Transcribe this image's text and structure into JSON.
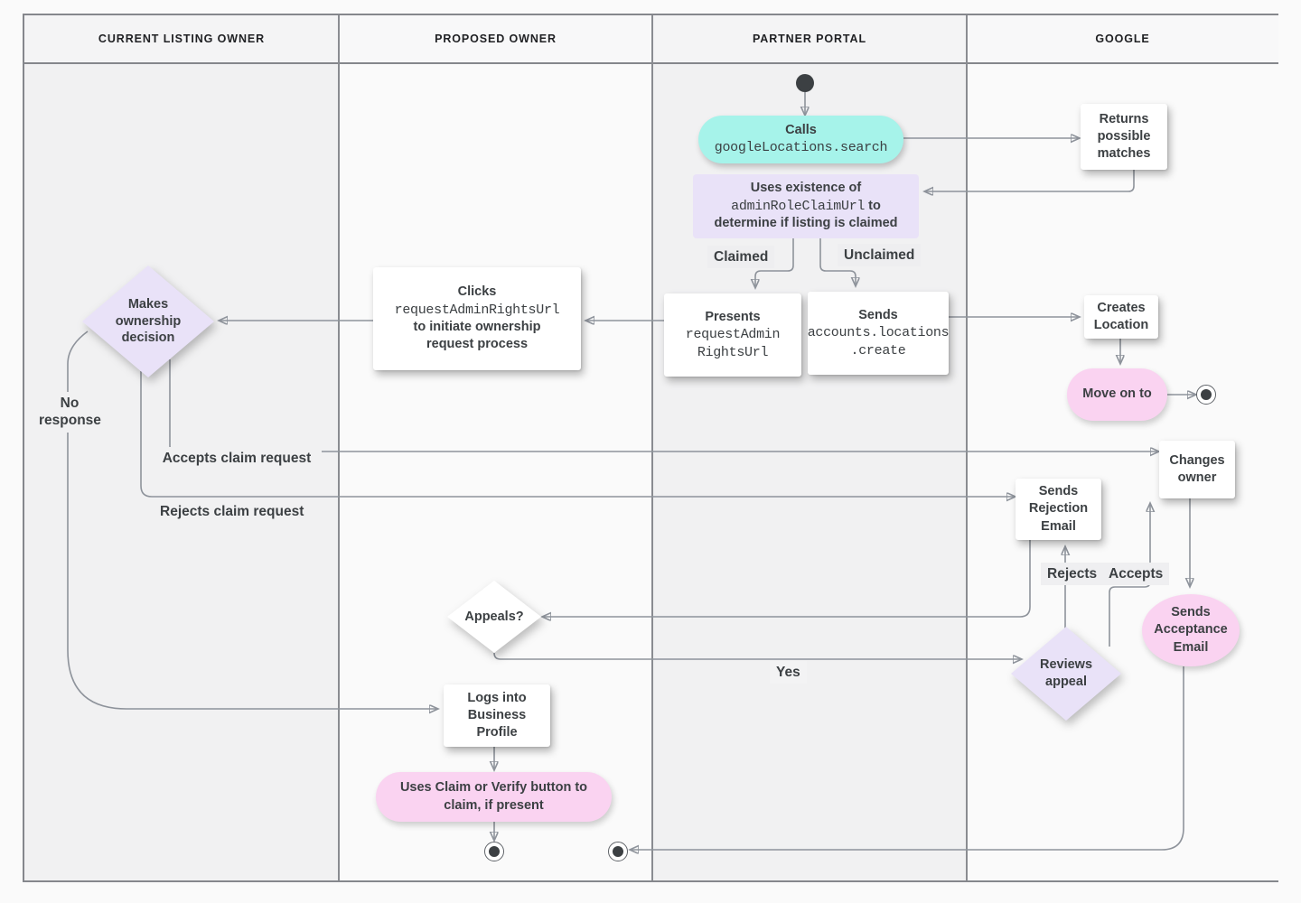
{
  "lanes": [
    {
      "label": "CURRENT LISTING OWNER"
    },
    {
      "label": "PROPOSED OWNER"
    },
    {
      "label": "PARTNER PORTAL"
    },
    {
      "label": "GOOGLE"
    }
  ],
  "nodes": {
    "calls": {
      "title": "Calls",
      "code": "googleLocations.search"
    },
    "returns_matches": {
      "label": "Returns possible matches"
    },
    "uses_existence": {
      "t1": "Uses existence of",
      "code": "adminRoleClaimUrl",
      "t2": " to",
      "t3": "determine if listing is claimed"
    },
    "presents": {
      "title": "Presents",
      "code1": "requestAdmin",
      "code2": "RightsUrl"
    },
    "sends_create": {
      "title": "Sends",
      "code1": "accounts.locations",
      "code2": ".create"
    },
    "creates_location": {
      "label": "Creates Location"
    },
    "move_on": {
      "label": "Move on to"
    },
    "clicks": {
      "t1": "Clicks",
      "code": "requestAdminRightsUrl",
      "t2": "to initiate ownership",
      "t3": "request process"
    },
    "makes_decision": {
      "label": "Makes ownership decision"
    },
    "sends_rejection": {
      "label": "Sends Rejection Email"
    },
    "changes_owner": {
      "label": "Changes owner"
    },
    "sends_acceptance": {
      "label": "Sends Acceptance Email"
    },
    "appeals": {
      "label": "Appeals?"
    },
    "reviews_appeal": {
      "label": "Reviews appeal"
    },
    "logs_in": {
      "label": "Logs into Business Profile"
    },
    "uses_claim": {
      "label": "Uses Claim or Verify button to claim, if present"
    }
  },
  "edge_labels": {
    "claimed": "Claimed",
    "unclaimed": "Unclaimed",
    "no_response": "No response",
    "accepts_claim": "Accepts claim request",
    "rejects_claim": "Rejects claim request",
    "rejects": "Rejects",
    "accepts": "Accepts",
    "yes": "Yes"
  },
  "colors": {
    "lane_dark": "#f1f1f2",
    "lane_light": "#fafafa",
    "border": "#85878c",
    "line": "#8e939b",
    "arrow": "#787f87",
    "teal_node": "#a6f3ea",
    "pink_node": "#fad3f1",
    "lavender_node": "#e9e2f8",
    "white_node": "#ffffff",
    "text": "#3c4043"
  }
}
